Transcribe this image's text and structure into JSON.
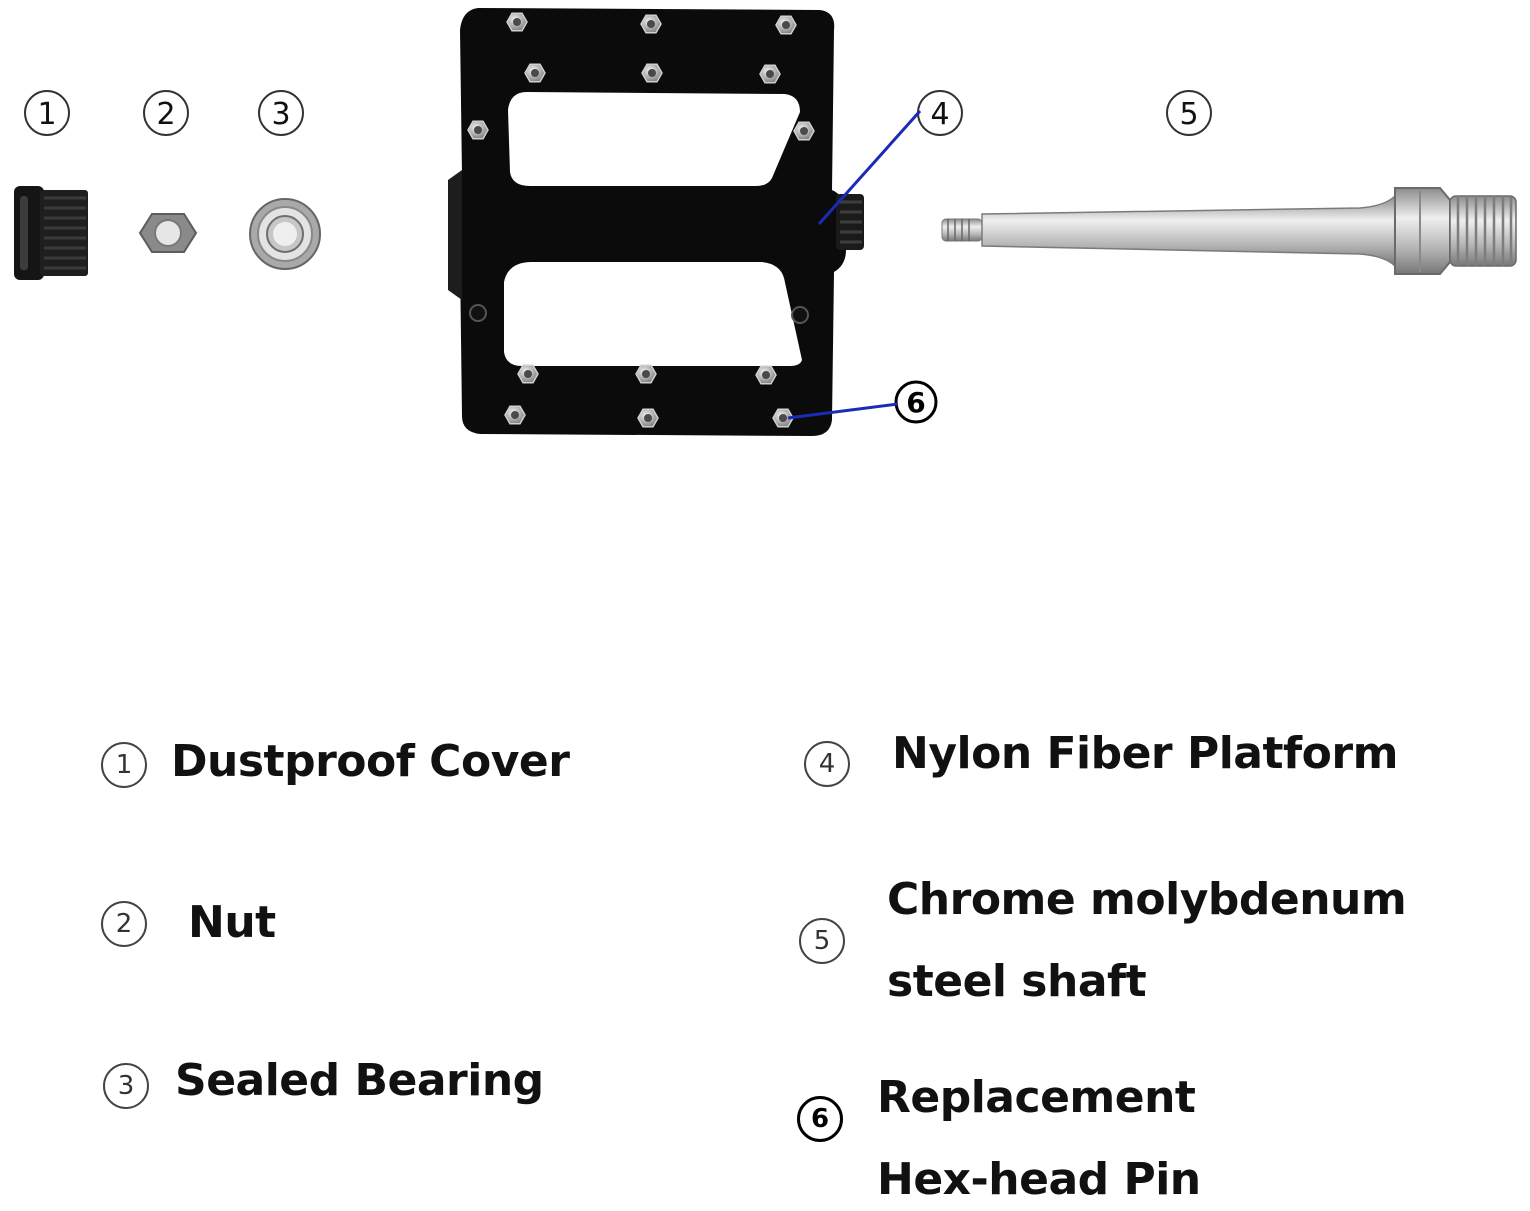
{
  "callouts": [
    {
      "n": "1"
    },
    {
      "n": "2"
    },
    {
      "n": "3"
    },
    {
      "n": "4"
    },
    {
      "n": "5"
    },
    {
      "n": "6"
    }
  ],
  "legend": [
    {
      "n": "1",
      "label": "Dustproof  Cover"
    },
    {
      "n": "2",
      "label": "Nut"
    },
    {
      "n": "3",
      "label": "Sealed Bearing"
    },
    {
      "n": "4",
      "label": "Nylon Fiber Platform"
    },
    {
      "n": "5",
      "label_line1": "Chrome molybdenum",
      "label_line2": "steel shaft"
    },
    {
      "n": "6",
      "label_line1": "Replacement",
      "label_line2": "Hex-head Pin"
    }
  ],
  "colors": {
    "leader_line": "#1a2bb5",
    "platform": "#0b0b0b",
    "pin": "#bdbdbd",
    "shaft": "#c9c9c9"
  }
}
